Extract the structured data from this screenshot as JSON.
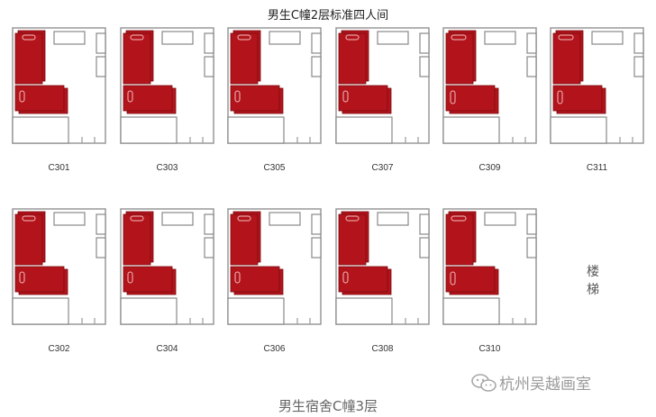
{
  "page_title": "男生C幢2层标准四人间",
  "rooms_row1": [
    "C301",
    "C303",
    "C305",
    "C307",
    "C309",
    "C311"
  ],
  "rooms_row2": [
    "C302",
    "C304",
    "C306",
    "C308",
    "C310"
  ],
  "stairs_label": "楼梯",
  "floor_title": "男生宿舍C幢3层",
  "watermark": "杭州吴越画室",
  "watermark_icon": "wechat-icon",
  "colors": {
    "bed": "#b3141c",
    "wall": "#999999",
    "desk": "#888888"
  }
}
